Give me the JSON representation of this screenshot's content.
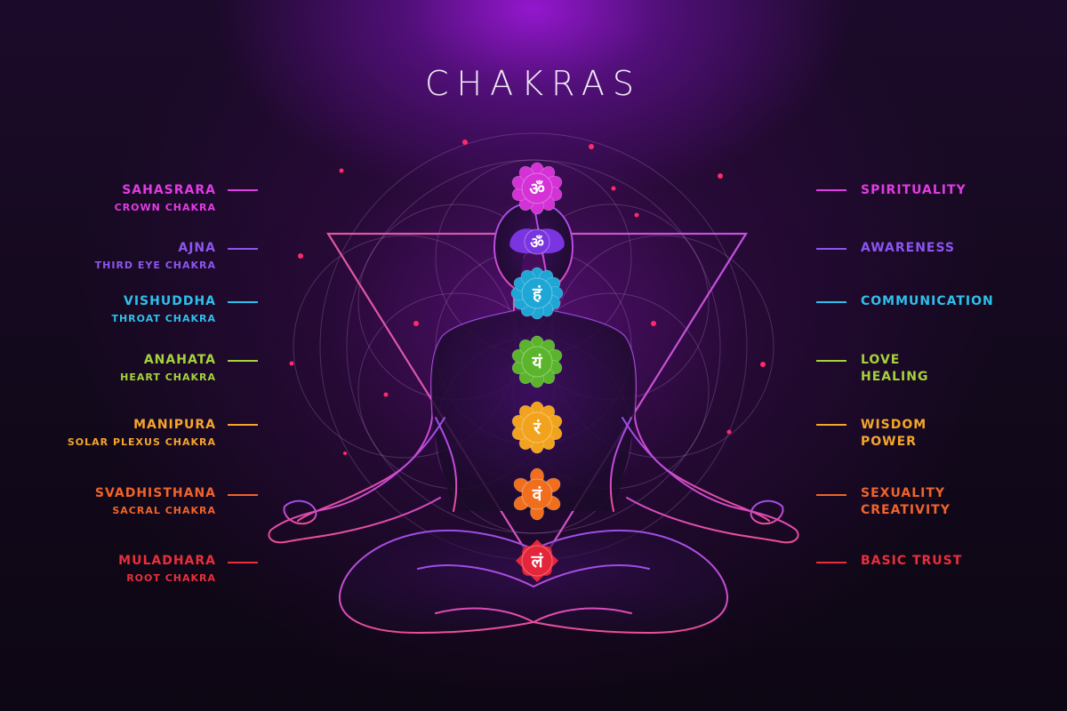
{
  "title": "CHAKRAS",
  "chakras": [
    {
      "name": "SAHASRARA",
      "subtitle": "CROWN CHAKRA",
      "meaning": [
        "SPIRITUALITY"
      ],
      "symbol": "ॐ",
      "symbol_name": "om-symbol-icon",
      "color": "#d431d6",
      "text_color": "#e13be3"
    },
    {
      "name": "AJNA",
      "subtitle": "THIRD EYE CHAKRA",
      "meaning": [
        "AWARENESS"
      ],
      "symbol": "ॐ",
      "symbol_name": "om-symbol-icon",
      "color": "#7b35e0",
      "text_color": "#8c55f0"
    },
    {
      "name": "VISHUDDHA",
      "subtitle": "THROAT CHAKRA",
      "meaning": [
        "COMMUNICATION"
      ],
      "symbol": "हं",
      "symbol_name": "ham-symbol-icon",
      "color": "#1ea6d6",
      "text_color": "#2ec0ea"
    },
    {
      "name": "ANAHATA",
      "subtitle": "HEART CHAKRA",
      "meaning": [
        "LOVE",
        "HEALING"
      ],
      "symbol": "यं",
      "symbol_name": "yam-symbol-icon",
      "color": "#5bb52c",
      "text_color": "#a5d23b"
    },
    {
      "name": "MANIPURA",
      "subtitle": "SOLAR PLEXUS CHAKRA",
      "meaning": [
        "WISDOM",
        "POWER"
      ],
      "symbol": "रं",
      "symbol_name": "ram-symbol-icon",
      "color": "#f2a31d",
      "text_color": "#f5a62a"
    },
    {
      "name": "SVADHISTHANA",
      "subtitle": "SACRAL CHAKRA",
      "meaning": [
        "SEXUALITY",
        "CREATIVITY"
      ],
      "symbol": "वं",
      "symbol_name": "vam-symbol-icon",
      "color": "#f06e1c",
      "text_color": "#f0632a"
    },
    {
      "name": "MULADHARA",
      "subtitle": "ROOT CHAKRA",
      "meaning": [
        "BASIC TRUST"
      ],
      "symbol": "लं",
      "symbol_name": "lam-symbol-icon",
      "color": "#e4263a",
      "text_color": "#ea2e3c"
    }
  ],
  "colors": {
    "background": "#12091b",
    "glow": "#9a18d6",
    "outline": "#d651d8",
    "triangle": "#d95ad6",
    "circles": "#b98acb",
    "title": "#f2e9f6"
  }
}
